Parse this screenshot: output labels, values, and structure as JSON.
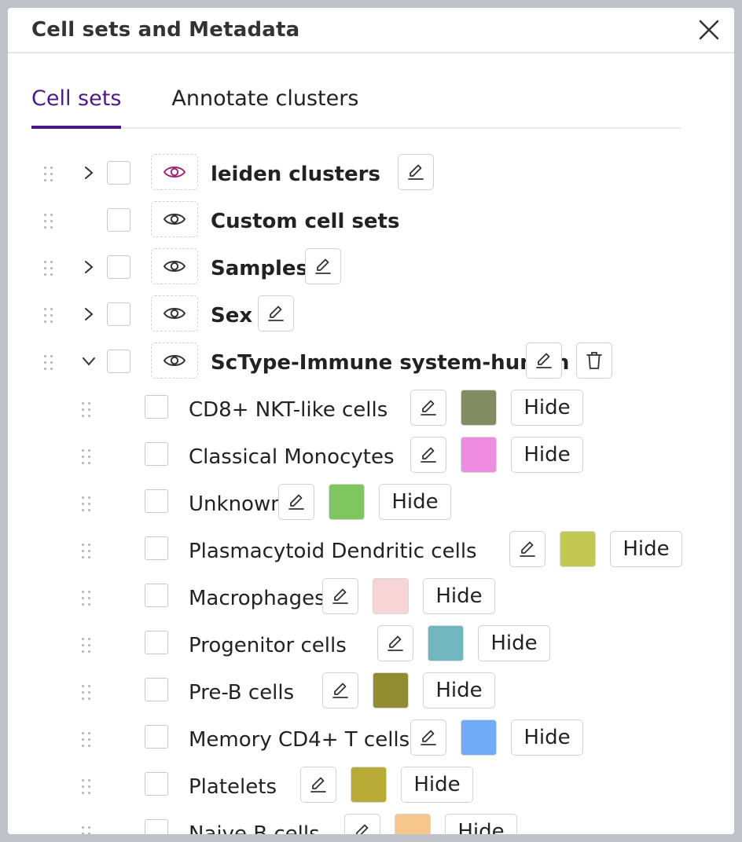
{
  "header": {
    "title": "Cell sets and Metadata"
  },
  "tabs": [
    {
      "label": "Cell sets",
      "active": true
    },
    {
      "label": "Annotate clusters",
      "active": false
    }
  ],
  "accent_color": "#4b1a86",
  "groups": [
    {
      "label": "leiden clusters",
      "expandable": true,
      "expanded": false,
      "visible": true,
      "editable": true,
      "deletable": false
    },
    {
      "label": "Custom cell sets",
      "expandable": false,
      "expanded": false,
      "visible": false,
      "editable": false,
      "deletable": false
    },
    {
      "label": "Samples",
      "expandable": true,
      "expanded": false,
      "visible": false,
      "editable": true,
      "deletable": false
    },
    {
      "label": "Sex",
      "expandable": true,
      "expanded": false,
      "visible": false,
      "editable": true,
      "deletable": false
    },
    {
      "label": "ScType-Immune system-human",
      "expandable": true,
      "expanded": true,
      "visible": false,
      "editable": true,
      "deletable": true
    }
  ],
  "cell_sets": [
    {
      "label": "CD8+ NKT-like cells",
      "color": "#828c63",
      "hide_label": "Hide"
    },
    {
      "label": "Classical Monocytes",
      "color": "#ef8ce2",
      "hide_label": "Hide"
    },
    {
      "label": "Unknown",
      "color": "#80c65e",
      "hide_label": "Hide"
    },
    {
      "label": "Plasmacytoid Dendritic cells",
      "color": "#c2c851",
      "hide_label": "Hide"
    },
    {
      "label": "Macrophages",
      "color": "#f7d4d5",
      "hide_label": "Hide"
    },
    {
      "label": "Progenitor cells",
      "color": "#72b7c0",
      "hide_label": "Hide"
    },
    {
      "label": "Pre-B cells",
      "color": "#8f8d2f",
      "hide_label": "Hide"
    },
    {
      "label": "Memory CD4+ T cells",
      "color": "#6fabf6",
      "hide_label": "Hide"
    },
    {
      "label": "Platelets",
      "color": "#b8aa36",
      "hide_label": "Hide"
    },
    {
      "label": "Naive B cells",
      "color": "#f7c68d",
      "hide_label": "Hide"
    }
  ]
}
